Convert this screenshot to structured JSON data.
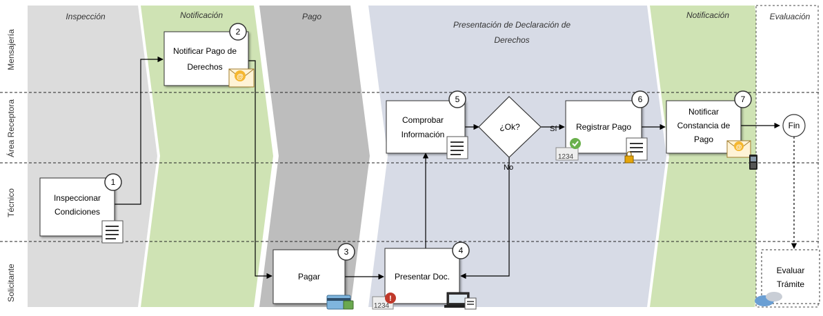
{
  "phases": [
    {
      "id": "inspeccion",
      "label": "Inspección"
    },
    {
      "id": "notificacion1",
      "label": "Notificación"
    },
    {
      "id": "pago",
      "label": "Pago"
    },
    {
      "id": "presentacion",
      "line1": "Presentación de Declaración de",
      "line2": "Derechos"
    },
    {
      "id": "notificacion2",
      "label": "Notificación"
    },
    {
      "id": "evaluacion",
      "label": "Evaluación"
    }
  ],
  "lanes": [
    {
      "id": "mensajeria",
      "label": "Mensajería"
    },
    {
      "id": "area",
      "label": "Área Receptora"
    },
    {
      "id": "tecnico",
      "label": "Técnico"
    },
    {
      "id": "solicitante",
      "label": "Solicitante"
    }
  ],
  "tasks": [
    {
      "id": "t1",
      "number": "1",
      "line1": "Inspeccionar",
      "line2": "Condiciones"
    },
    {
      "id": "t2",
      "number": "2",
      "line1": "Notificar Pago de",
      "line2": "Derechos"
    },
    {
      "id": "t3",
      "number": "3",
      "line1": "Pagar"
    },
    {
      "id": "t4",
      "number": "4",
      "line1": "Presentar Doc."
    },
    {
      "id": "t5",
      "number": "5",
      "line1": "Comprobar",
      "line2": "Información"
    },
    {
      "id": "t6",
      "number": "6",
      "line1": "Registrar Pago"
    },
    {
      "id": "t7",
      "number": "7",
      "line1": "Notificar",
      "line2": "Constancia de",
      "line3": "Pago"
    },
    {
      "id": "t8",
      "line1": "Evaluar",
      "line2": "Trámite"
    }
  ],
  "decision": {
    "label": "¿Ok?",
    "yes": "Sí",
    "no": "No"
  },
  "end": {
    "label": "Fin"
  },
  "badges": {
    "code1": "1234",
    "code2": "1234"
  },
  "colors": {
    "inspeccion": "#dcdcdc",
    "notificacion": "#cfe3b4",
    "pago": "#bdbdbd",
    "presentacion": "#d7dbe6",
    "evaluacion": "#ffffff"
  }
}
